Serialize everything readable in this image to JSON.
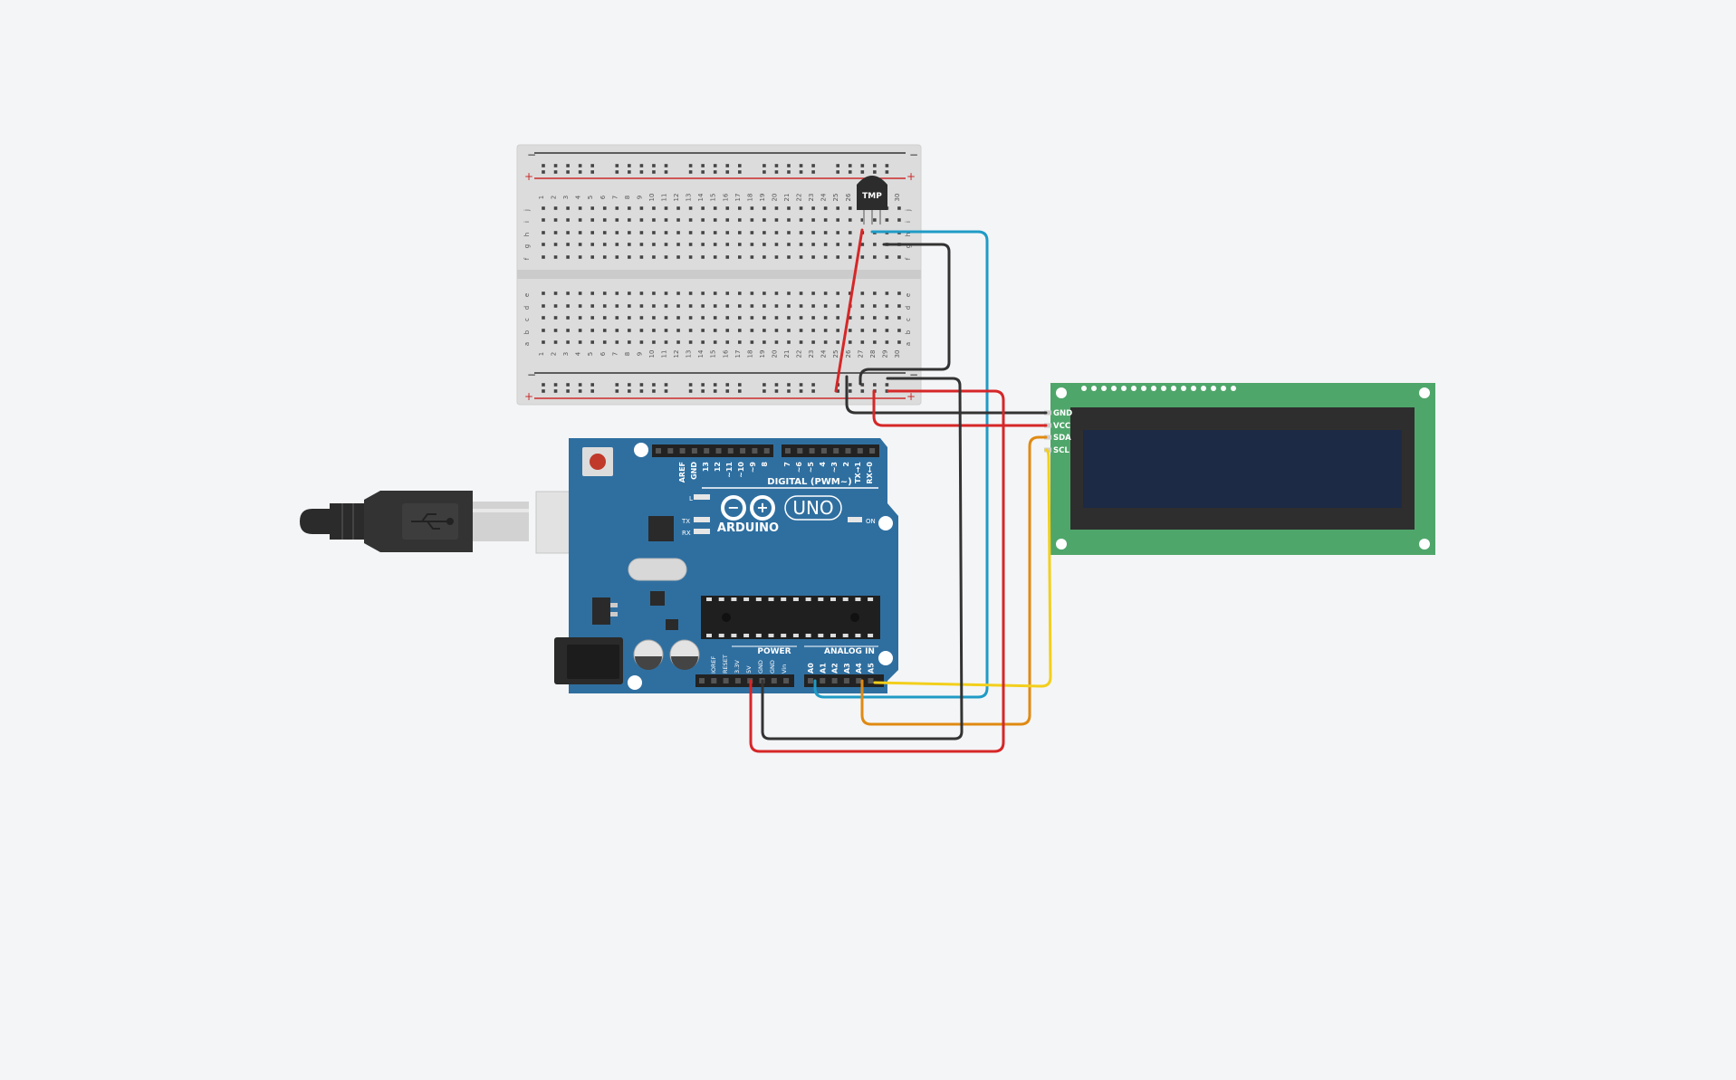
{
  "breadboard": {
    "rail_minus": "−",
    "rail_plus": "+",
    "row_letters_top": [
      "j",
      "i",
      "h",
      "g",
      "f"
    ],
    "row_letters_bottom": [
      "e",
      "d",
      "c",
      "b",
      "a"
    ],
    "column_numbers": [
      "1",
      "2",
      "3",
      "4",
      "5",
      "6",
      "7",
      "8",
      "9",
      "10",
      "11",
      "12",
      "13",
      "14",
      "15",
      "16",
      "17",
      "18",
      "19",
      "20",
      "21",
      "22",
      "23",
      "24",
      "25",
      "26",
      "27",
      "28",
      "29",
      "30"
    ]
  },
  "sensor": {
    "label": "TMP"
  },
  "arduino": {
    "brand": "ARDUINO",
    "model": "UNO",
    "digital_header": "DIGITAL (PWM~)",
    "digital_pins": [
      "AREF",
      "GND",
      "13",
      "12",
      "~11",
      "~10",
      "~9",
      "8",
      "7",
      "~6",
      "~5",
      "4",
      "~3",
      "2",
      "TX→1",
      "RX←0"
    ],
    "power_header": "POWER",
    "power_pins": [
      "IOREF",
      "RESET",
      "3.3V",
      "5V",
      "GND",
      "GND",
      "Vin"
    ],
    "analog_header": "ANALOG IN",
    "analog_pins": [
      "A0",
      "A1",
      "A2",
      "A3",
      "A4",
      "A5"
    ],
    "led_l": "L",
    "led_tx": "TX",
    "led_rx": "RX",
    "led_on": "ON"
  },
  "lcd": {
    "pins": [
      "GND",
      "VCC",
      "SDA",
      "SCL"
    ]
  },
  "wires": [
    {
      "name": "sensor-vcc",
      "color": "#d62728"
    },
    {
      "name": "sensor-data",
      "color": "#1f9bc6"
    },
    {
      "name": "sensor-gnd",
      "color": "#333333"
    },
    {
      "name": "lcd-gnd",
      "color": "#333333"
    },
    {
      "name": "lcd-vcc",
      "color": "#d62728"
    },
    {
      "name": "lcd-sda",
      "color": "#e08a12"
    },
    {
      "name": "lcd-scl",
      "color": "#f2cf1c"
    },
    {
      "name": "arduino-5v",
      "color": "#d62728"
    },
    {
      "name": "arduino-gnd",
      "color": "#333333"
    }
  ],
  "colors": {
    "board_blue": "#2f6fa0",
    "lcd_green": "#4fa66a",
    "lcd_screen": "#1c2a46",
    "breadboard": "#dedede"
  }
}
